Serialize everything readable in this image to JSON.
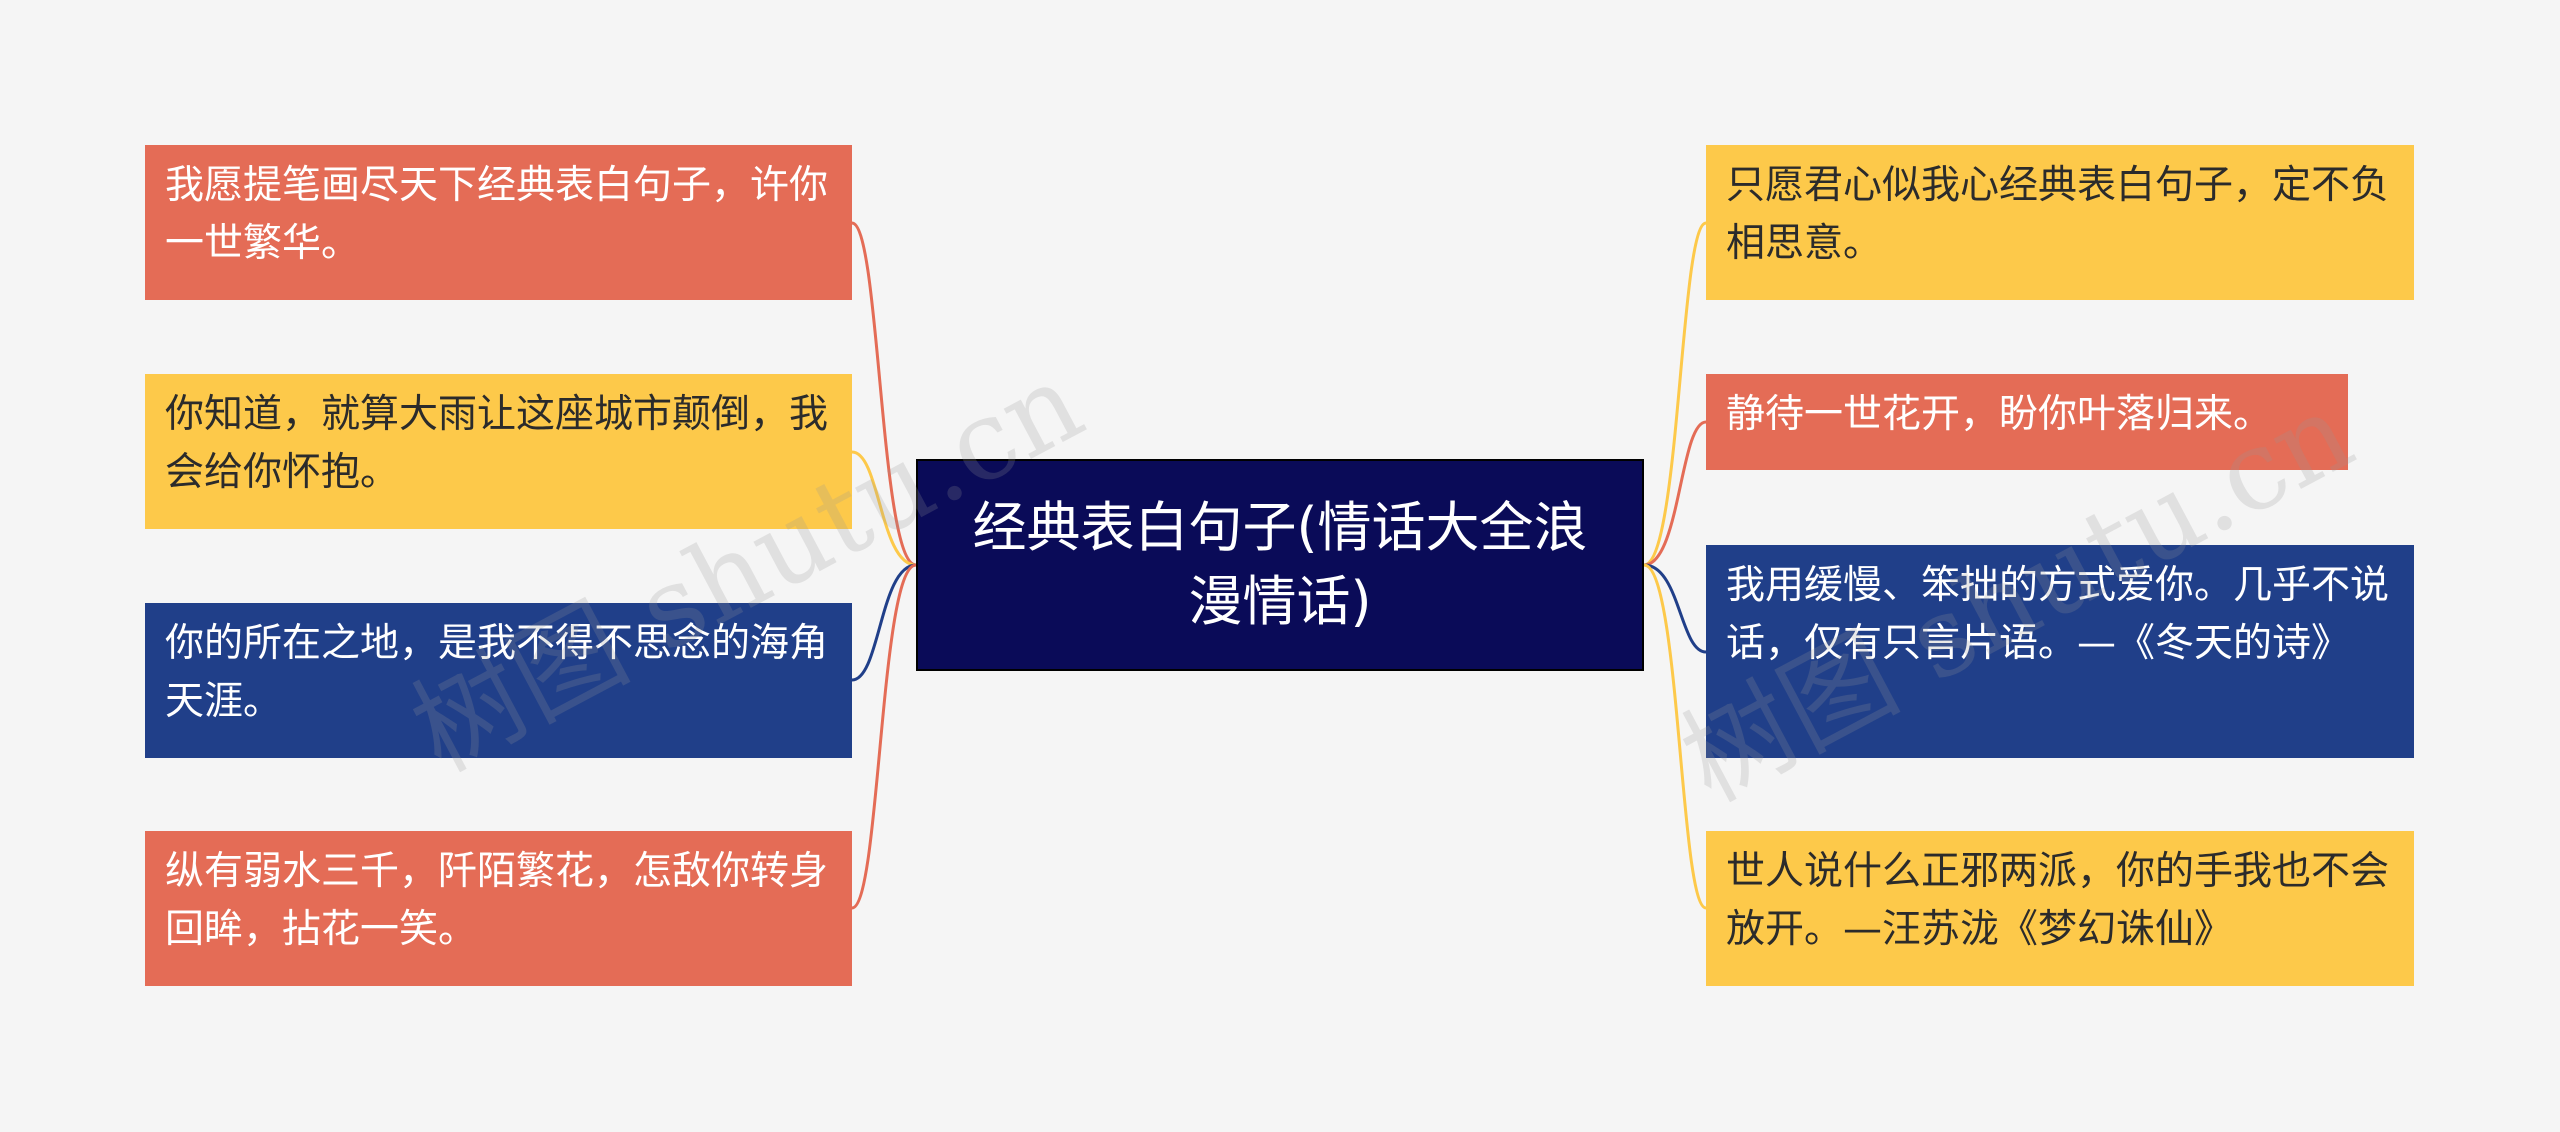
{
  "center": {
    "text": "经典表白句子(情话大全浪漫情话)",
    "color": "#0a0b58"
  },
  "left_nodes": [
    {
      "text": "我愿提笔画尽天下经典表白句子，许你一世繁华。",
      "color": "#e46c56"
    },
    {
      "text": "你知道，就算大雨让这座城市颠倒，我会给你怀抱。",
      "color": "#fdc94a"
    },
    {
      "text": "你的所在之地，是我不得不思念的海角天涯。",
      "color": "#203f89"
    },
    {
      "text": "纵有弱水三千，阡陌繁花，怎敌你转身回眸，拈花一笑。",
      "color": "#e46c56"
    }
  ],
  "right_nodes": [
    {
      "text": "只愿君心似我心经典表白句子，定不负相思意。",
      "color": "#fdc94a"
    },
    {
      "text": "静待一世花开，盼你叶落归来。",
      "color": "#e46c56"
    },
    {
      "text": "我用缓慢、笨拙的方式爱你。几乎不说话，仅有只言片语。—《冬天的诗》",
      "color": "#203f89"
    },
    {
      "text": "世人说什么正邪两派，你的手我也不会放开。—汪苏泷《梦幻诛仙》",
      "color": "#fdc94a"
    }
  ],
  "watermarks": [
    {
      "text": "树图 shutu.cn"
    },
    {
      "text": "树图 shutu.cn"
    }
  ]
}
